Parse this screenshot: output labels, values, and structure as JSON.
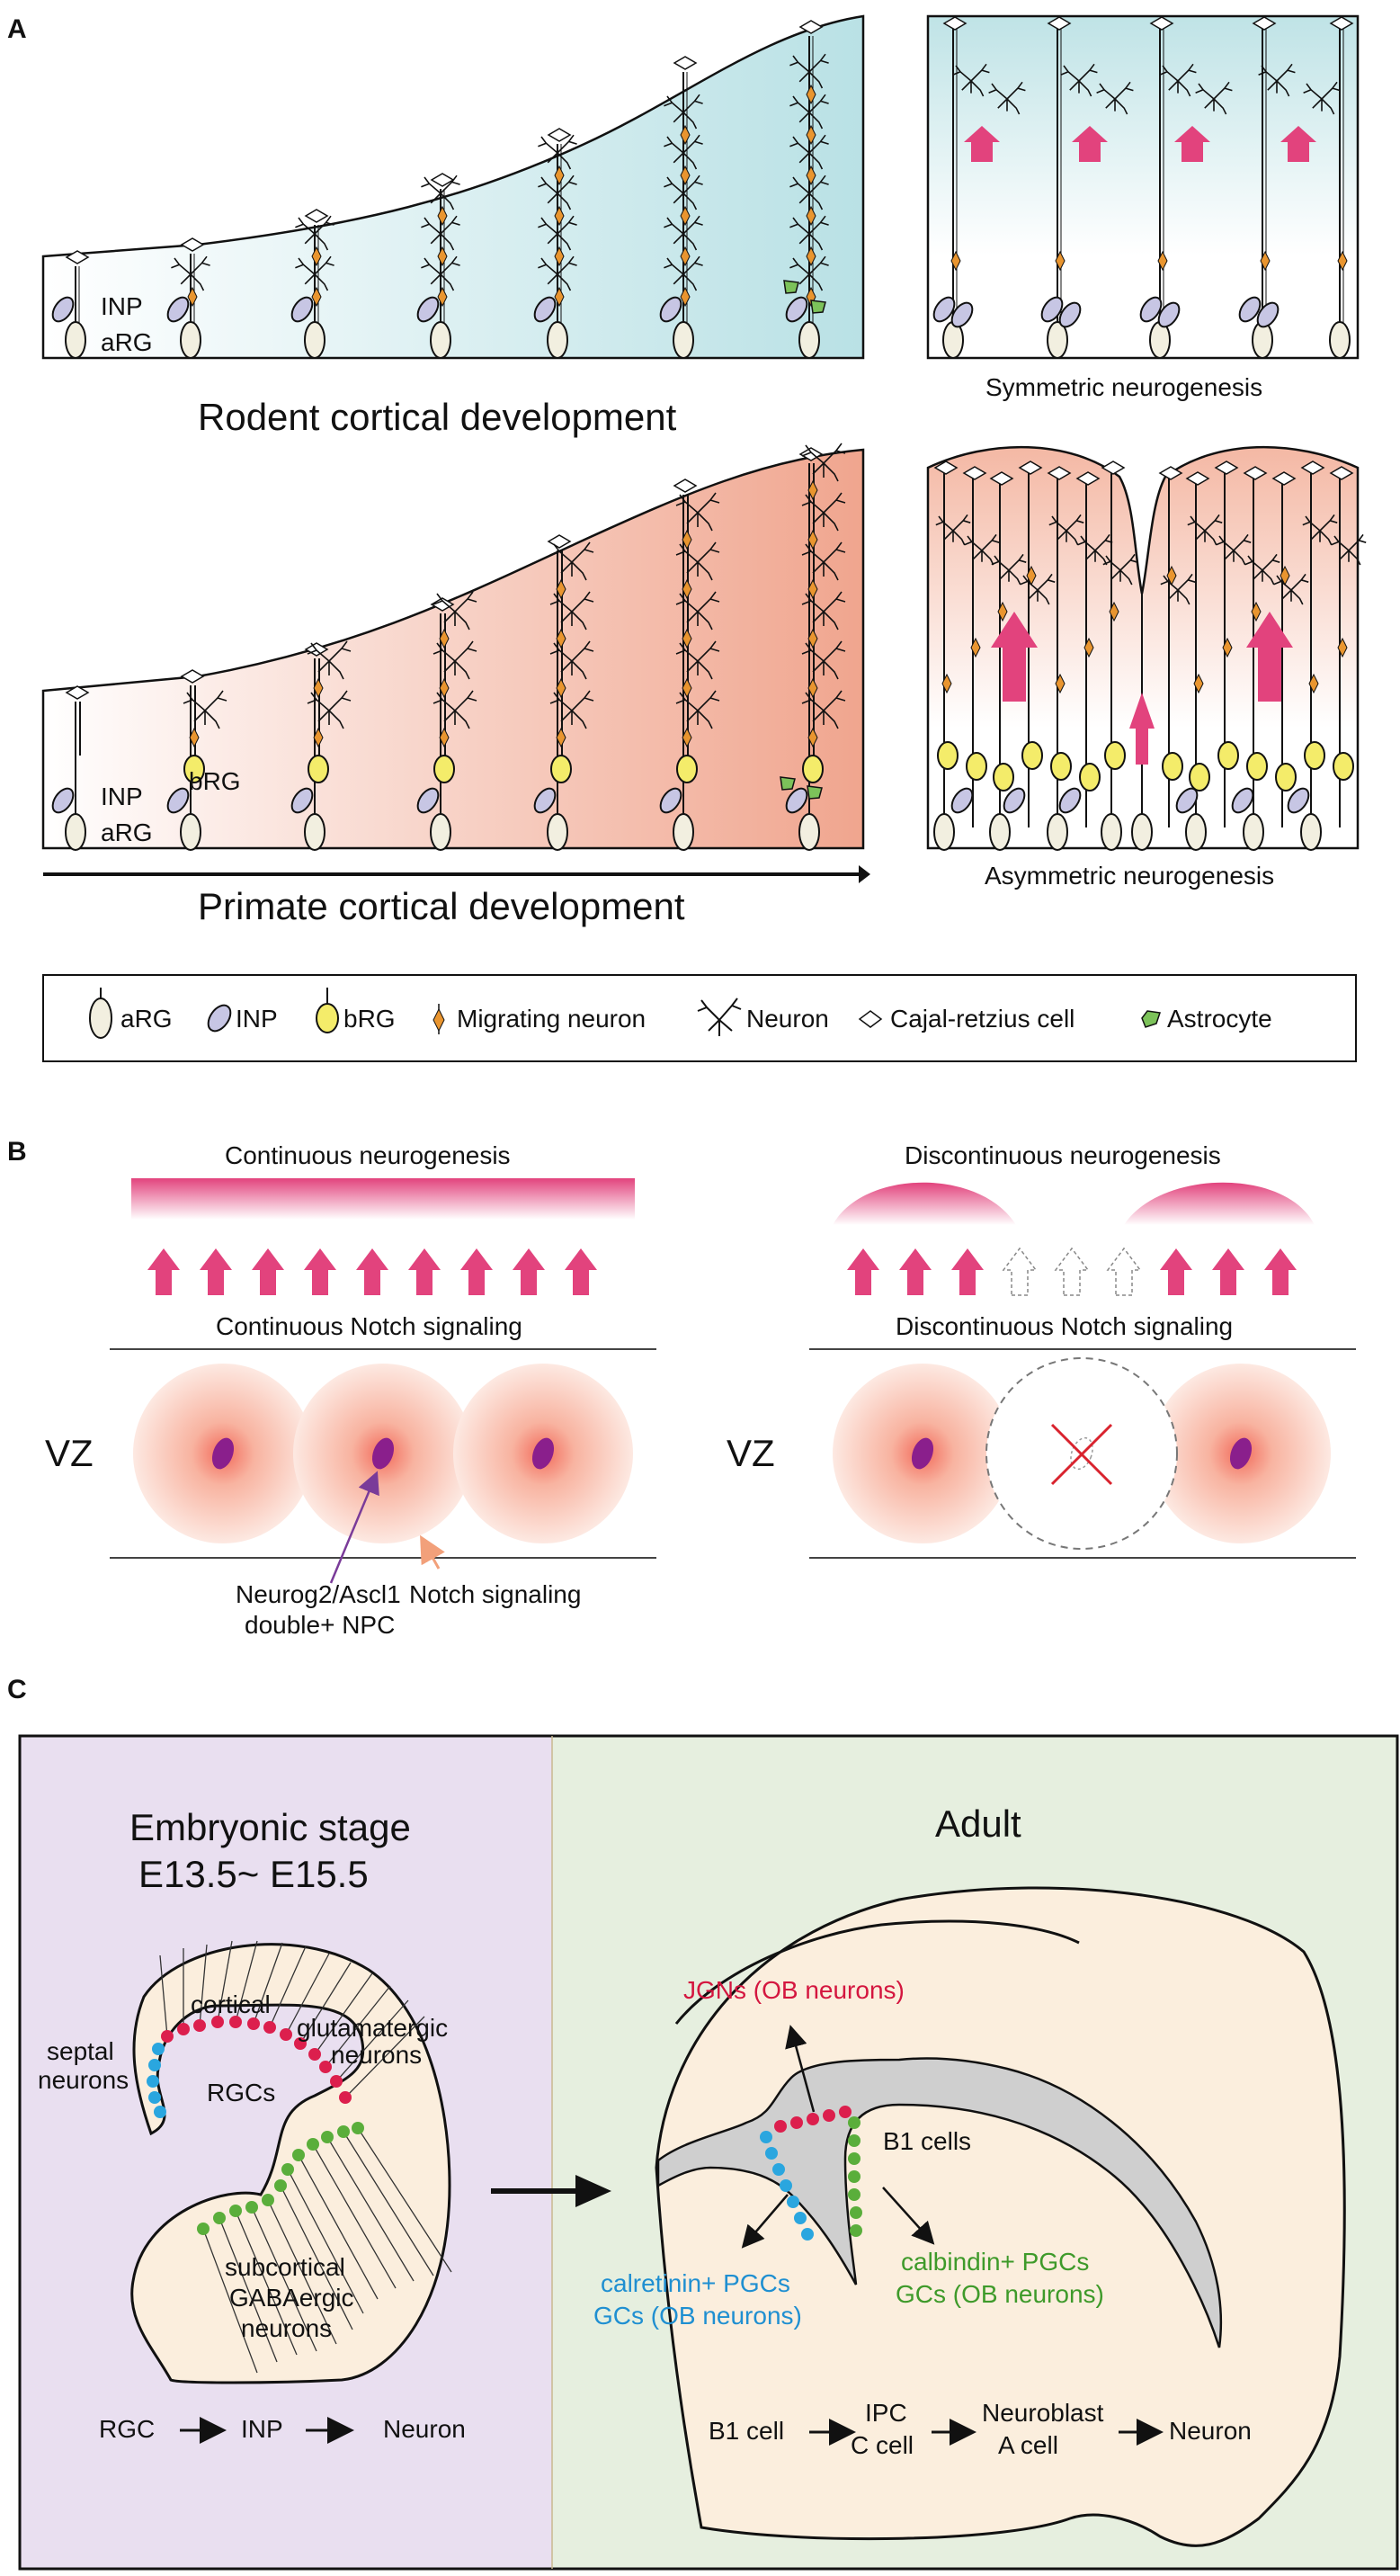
{
  "panel_labels": {
    "a": "A",
    "b": "B",
    "c": "C"
  },
  "panel_a": {
    "rodent_title": "Rodent cortical development",
    "primate_title": "Primate cortical development",
    "symmetric_caption": "Symmetric neurogenesis",
    "asymmetric_caption": "Asymmetric neurogenesis",
    "label_inp": "INP",
    "label_arg": "aRG",
    "label_brg": "bRG"
  },
  "legend": {
    "items": [
      {
        "label": "aRG",
        "icon": "arg-cell-icon"
      },
      {
        "label": "INP",
        "icon": "inp-cell-icon"
      },
      {
        "label": "bRG",
        "icon": "brg-cell-icon"
      },
      {
        "label": "Migrating neuron",
        "icon": "migrating-neuron-icon"
      },
      {
        "label": "Neuron",
        "icon": "neuron-icon"
      },
      {
        "label": "Cajal-retzius cell",
        "icon": "cajal-retzius-icon"
      },
      {
        "label": "Astrocyte",
        "icon": "astrocyte-icon"
      }
    ]
  },
  "panel_b": {
    "continuous_title": "Continuous neurogenesis",
    "continuous_signal": "Continuous Notch signaling",
    "discontinuous_title": "Discontinuous neurogenesis",
    "discontinuous_signal": "Discontinuous Notch signaling",
    "vz": "VZ",
    "npc_line1": "Neurog2/Ascl1",
    "npc_line2": "double+ NPC",
    "notch": "Notch signaling"
  },
  "panel_c": {
    "embryonic_title1": "Embryonic stage",
    "embryonic_title2": "E13.5~ E15.5",
    "adult_title": "Adult",
    "cortical": "cortical",
    "glutamatergic": "glutamatergic",
    "neurons": "neurons",
    "septal": "septal",
    "septal_neurons": "neurons",
    "rgcs": "RGCs",
    "subcortical": "subcortical",
    "gabaergic": "GABAergic",
    "sub_neurons": "neurons",
    "flow_embryo": [
      "RGC",
      "INP",
      "Neuron"
    ],
    "jgns": "JGNs (OB neurons)",
    "b1_cells": "B1 cells",
    "calretinin1": "calretinin+ PGCs",
    "calretinin2": "GCs (OB neurons)",
    "calbindin1": "calbindin+ PGCs",
    "calbindin2": "GCs (OB neurons)",
    "flow_adult": {
      "b1": "B1 cell",
      "ipc1": "IPC",
      "ipc2": "C cell",
      "nb1": "Neuroblast",
      "nb2": "A cell",
      "neuron": "Neuron"
    }
  },
  "colors": {
    "pink_arrow": "#e2437d",
    "rodent_teal": "#bfe3e6",
    "primate_salmon": "#f2b09c",
    "arg_fill": "#f2efe0",
    "inp_fill": "#c7c6e4",
    "brg_fill": "#f4ec6a",
    "migrating": "#e9952f",
    "astro": "#7cc25a",
    "npc_purple": "#8a1f8c",
    "red_cells": "#dc1f4d",
    "blue_cells": "#2aa6df",
    "green_cells": "#5aae3b",
    "embryo_bg": "#e9dff0",
    "adult_bg": "#e6efdf",
    "tissue": "#fbeedd"
  }
}
